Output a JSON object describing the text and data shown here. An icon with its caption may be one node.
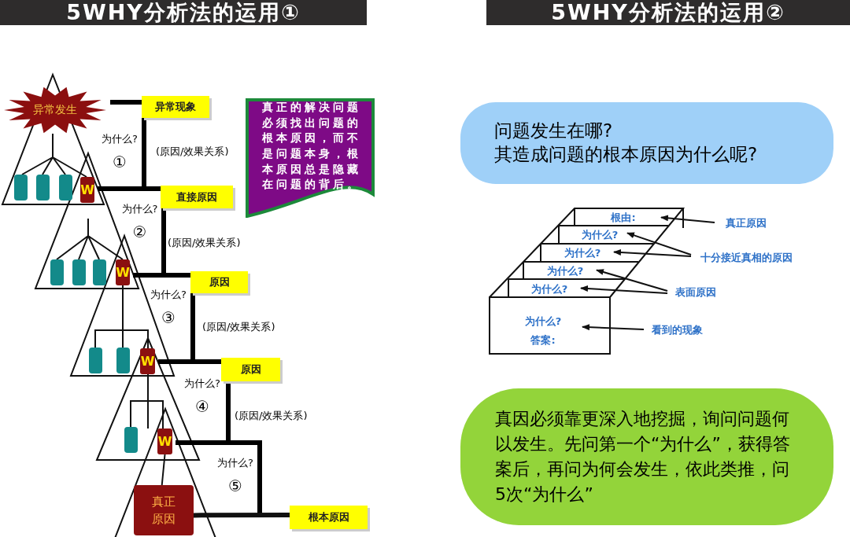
{
  "diagram": {
    "nodes": [
      {
        "text": [
          "5WHY分析法的运用①"
        ]
      },
      {
        "text": [
          "5WHY分析法的运用②"
        ]
      },
      {
        "text": [
          "异常发生"
        ]
      },
      {
        "text": [
          "异常现象"
        ]
      },
      {
        "text": [
          "为什么?",
          "①"
        ]
      },
      {
        "text": [
          "直接原因"
        ]
      },
      {
        "text": [
          "W"
        ]
      },
      {
        "text": [
          "为什么?",
          "②"
        ]
      },
      {
        "text": [
          "原因"
        ]
      },
      {
        "text": [
          "W"
        ]
      },
      {
        "text": [
          "为什么?",
          "③"
        ]
      },
      {
        "text": [
          "原因"
        ]
      },
      {
        "text": [
          "W"
        ]
      },
      {
        "text": [
          "为什么?",
          "④"
        ]
      },
      {
        "text": [
          "W"
        ]
      },
      {
        "text": [
          "为什么?",
          "⑤"
        ]
      },
      {
        "text": [
          "真正原因"
        ]
      },
      {
        "text": [
          "根本原因"
        ]
      },
      {
        "text": [
          "真正的解决问题必须找出问题的根本原因，而不是问题本身，根本原因总是隐藏在问题的背后。"
        ]
      },
      {
        "text": [
          "问题发生在哪?",
          "其造成问题的根本原因为什么呢?"
        ]
      },
      {
        "text": [
          "根由:"
        ]
      },
      {
        "text": [
          "为什么?"
        ]
      },
      {
        "text": [
          "为什么?"
        ]
      },
      {
        "text": [
          "为什么?"
        ]
      },
      {
        "text": [
          "为什么?"
        ]
      },
      {
        "text": [
          "为什么?",
          "答案:"
        ]
      },
      {
        "text": [
          "真正原因"
        ]
      },
      {
        "text": [
          "十分接近真相的原因"
        ]
      },
      {
        "text": [
          "表面原因"
        ]
      },
      {
        "text": [
          "看到的现象"
        ]
      },
      {
        "text": [
          "真因必须靠更深入地挖掘，询问问题何以发生。先问第一个“为什么”，获得答案后，再问为何会发生，依此类推，问5次“为什么”"
        ]
      }
    ],
    "edges": [
      {
        "from": 16,
        "to": 17,
        "arrow": "none",
        "style": "thick"
      },
      {
        "from": 14,
        "to": 16,
        "arrow": "none"
      },
      {
        "from": 26,
        "to": 20,
        "arrow": "to"
      },
      {
        "from": 27,
        "to": 21,
        "arrow": "to"
      },
      {
        "from": 27,
        "to": 22,
        "arrow": "to"
      },
      {
        "from": 28,
        "to": 23,
        "arrow": "to"
      },
      {
        "from": 28,
        "to": 24,
        "arrow": "to"
      },
      {
        "from": 29,
        "to": 25,
        "arrow": "to"
      }
    ],
    "labels": [
      "(原因/效果关系)",
      "(原因/效果关系)",
      "(原因/效果关系)",
      "(原因/效果关系)"
    ]
  }
}
